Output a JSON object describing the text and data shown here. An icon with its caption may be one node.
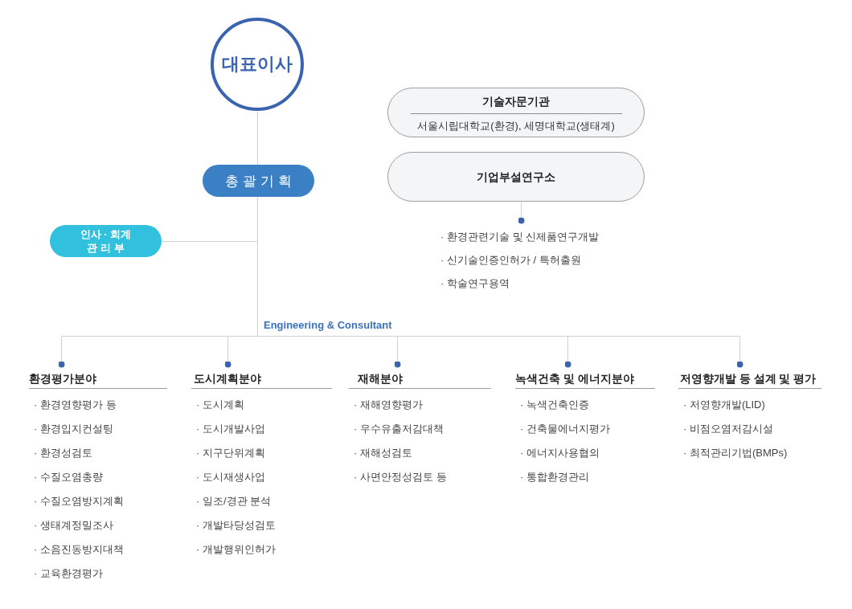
{
  "diagram": {
    "nodes": [
      {
        "text": [
          "대표이사"
        ]
      },
      {
        "text": [
          "기술자문기관",
          "서울시립대학교(환경), 세명대학교(생태계)"
        ]
      },
      {
        "text": [
          "총 괄 기 획"
        ]
      },
      {
        "text": [
          "기업부설연구소"
        ]
      },
      {
        "text": [
          "인사 · 회계 관 리 부"
        ]
      },
      {
        "text": [
          "· 환경관련기술 및 신제품연구개발",
          "· 신기술인증인허가 / 특허출원",
          "· 학술연구용역"
        ]
      },
      {
        "text": [
          "환경평가분야",
          "· 환경영향평가 등",
          "· 환경입지컨설팅",
          "· 환경성검토",
          "· 수질오염총량",
          "· 수질오염방지계획",
          "· 생태계정밀조사",
          "· 소음진동방지대책",
          "· 교육환경평가"
        ]
      },
      {
        "text": [
          "도시계획분야",
          "· 도시계획",
          "· 도시개발사업",
          "· 지구단위계획",
          "· 도시재생사업",
          "· 일조/경관 분석",
          "· 개발타당성검토",
          "· 개발행위인허가"
        ]
      },
      {
        "text": [
          "재해분야",
          "· 재해영향평가",
          "· 우수유출저감대책",
          "· 재해성검토",
          "· 사면안정성검토 등"
        ]
      },
      {
        "text": [
          "녹색건축 및 에너지분야",
          "· 녹색건축인증",
          "· 건축물에너지평가",
          "· 에너지사용협의",
          "· 통합환경관리"
        ]
      },
      {
        "text": [
          "저영향개발 등 설계 및 평가",
          "· 저영향개발(LID)",
          "· 비점오염저감시설",
          "· 최적관리기법(BMPs)"
        ]
      }
    ],
    "edges": [
      {
        "from": 0,
        "to": 2,
        "arrow": "none"
      },
      {
        "from": 2,
        "to": 4,
        "arrow": "none"
      },
      {
        "from": 3,
        "to": 5,
        "arrow": "other"
      },
      {
        "from": 2,
        "to": 6,
        "arrow": "other"
      },
      {
        "from": 2,
        "to": 7,
        "arrow": "other"
      },
      {
        "from": 2,
        "to": 8,
        "arrow": "other"
      },
      {
        "from": 2,
        "to": 9,
        "arrow": "other"
      },
      {
        "from": 2,
        "to": 10,
        "arrow": "other"
      }
    ],
    "labels": [
      "Engineering & Consultant"
    ]
  }
}
